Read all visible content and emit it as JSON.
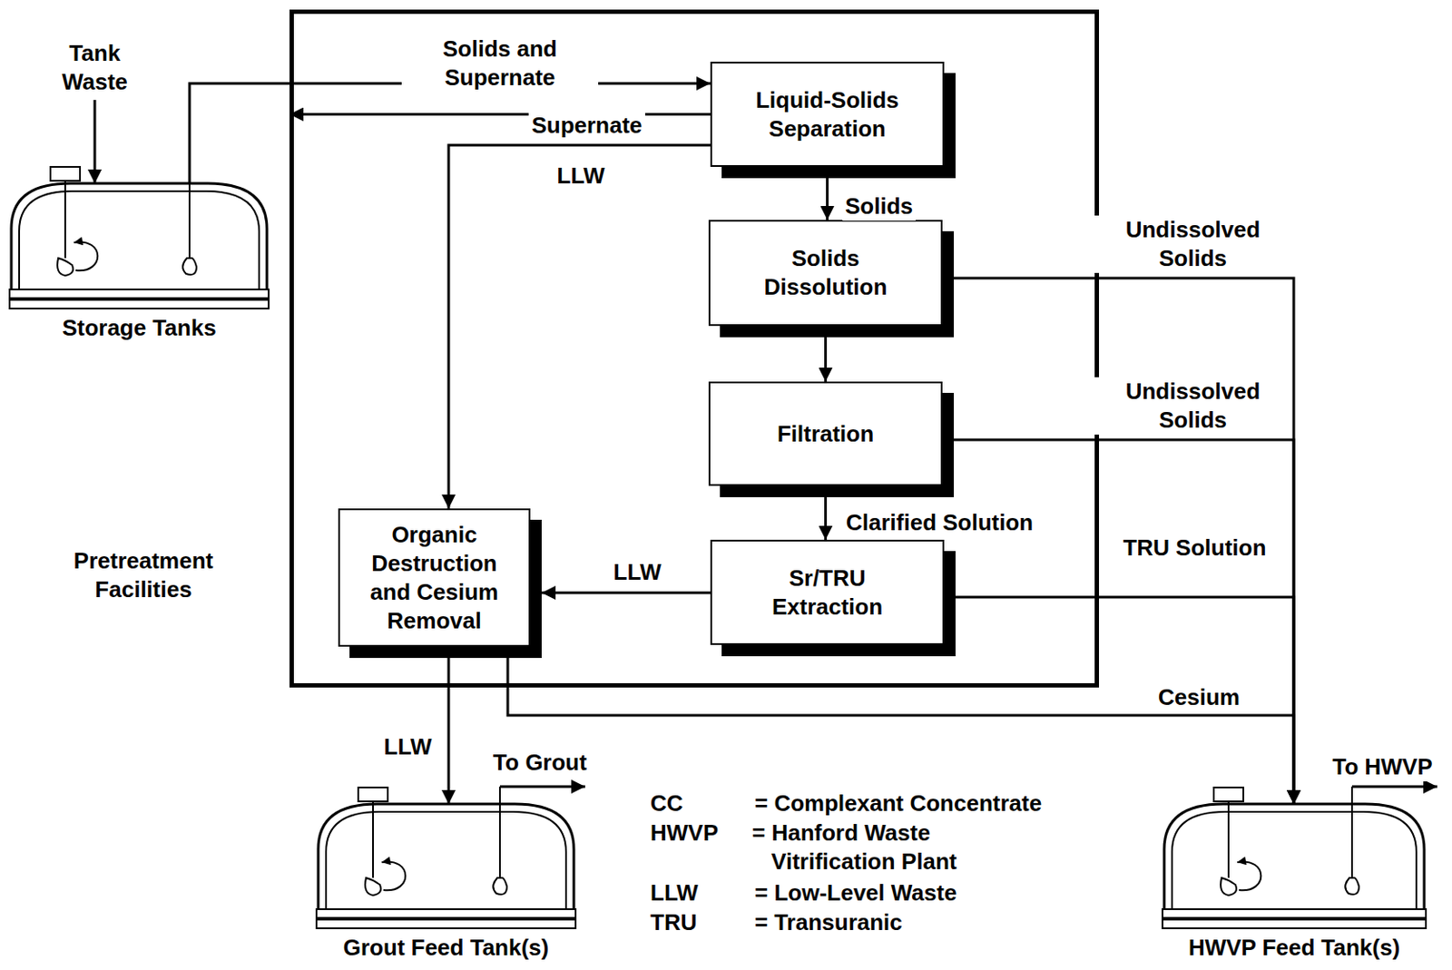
{
  "diagram": {
    "nodes": [
      {
        "text": [
          "Storage Tanks"
        ]
      },
      {
        "text": [
          "Pretreatment Facilities"
        ]
      },
      {
        "text": [
          "Liquid-Solids Separation"
        ],
        "in": 1
      },
      {
        "text": [
          "Solids Dissolution"
        ],
        "in": 1
      },
      {
        "text": [
          "Filtration"
        ],
        "in": 1
      },
      {
        "text": [
          "Sr/TRU Extraction"
        ],
        "in": 1
      },
      {
        "text": [
          "Organic Destruction and Cesium Removal"
        ],
        "in": 1
      },
      {
        "text": [
          "Grout Feed Tank(s)"
        ]
      },
      {
        "text": [
          "HWVP Feed Tank(s)"
        ]
      }
    ],
    "edges": [
      {
        "from": 0,
        "to": 2,
        "arrow": "to",
        "label": "Solids and Supernate"
      },
      {
        "from": 2,
        "to": 6,
        "arrow": "to",
        "label": "Supernate"
      },
      {
        "from": 2,
        "to": 3,
        "arrow": "to",
        "label": "Solids"
      },
      {
        "from": 3,
        "to": 8,
        "arrow": "to",
        "label": "Undissolved Solids"
      },
      {
        "from": 3,
        "to": 4,
        "arrow": "to"
      },
      {
        "from": 4,
        "to": 8,
        "arrow": "to",
        "label": "Undissolved Solids"
      },
      {
        "from": 4,
        "to": 5,
        "arrow": "to",
        "label": "Clarified Solution"
      },
      {
        "from": 5,
        "to": 8,
        "arrow": "to",
        "label": "TRU Solution"
      },
      {
        "from": 5,
        "to": 6,
        "arrow": "to",
        "label": "LLW"
      },
      {
        "from": 6,
        "to": 7,
        "arrow": "to",
        "label": "LLW"
      },
      {
        "from": 6,
        "to": 8,
        "arrow": "to",
        "label": "Cesium"
      }
    ],
    "labels": [
      "Tank Waste",
      "LLW",
      "To Grout",
      "To HWVP",
      "CC",
      "= Complexant Concentrate",
      "HWVP",
      "= Hanford Waste Vitrification Plant",
      "LLW",
      "= Low-Level Waste",
      "TRU",
      "= Transuranic"
    ]
  }
}
